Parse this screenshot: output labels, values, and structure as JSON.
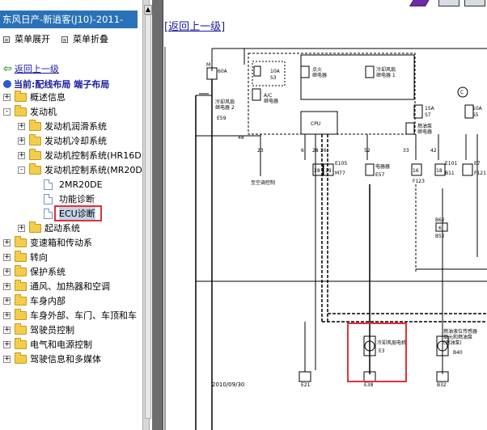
{
  "left_pane": {
    "title": "东风日产-新逍客(J10)-2011-",
    "menu": {
      "expand": "菜单展开",
      "collapse": "菜单折叠"
    },
    "back_link": "返回上一级",
    "current_prefix": "当前:",
    "current_path": "配线布局 端子布局",
    "tree": [
      {
        "label": "概述信息",
        "level": 0,
        "type": "folder",
        "expander": "+"
      },
      {
        "label": "发动机",
        "level": 0,
        "type": "folder",
        "expander": "-"
      },
      {
        "label": "发动机润滑系统",
        "level": 1,
        "type": "folder",
        "expander": "+"
      },
      {
        "label": "发动机冷却系统",
        "level": 1,
        "type": "folder",
        "expander": "+"
      },
      {
        "label": "发动机控制系统(HR16D",
        "level": 1,
        "type": "folder",
        "expander": "+"
      },
      {
        "label": "发动机控制系统(MR20D",
        "level": 1,
        "type": "folder",
        "expander": "-"
      },
      {
        "label": "2MR20DE",
        "level": 2,
        "type": "doc"
      },
      {
        "label": "功能诊断",
        "level": 2,
        "type": "doc"
      },
      {
        "label": "ECU诊断",
        "level": 2,
        "type": "doc",
        "selected": true
      },
      {
        "label": "起动系统",
        "level": 1,
        "type": "folder",
        "expander": "+"
      },
      {
        "label": "变速箱和传动系",
        "level": 0,
        "type": "folder",
        "expander": "+"
      },
      {
        "label": "转向",
        "level": 0,
        "type": "folder",
        "expander": "+"
      },
      {
        "label": "保护系统",
        "level": 0,
        "type": "folder",
        "expander": "+"
      },
      {
        "label": "通风、加热器和空调",
        "level": 0,
        "type": "folder",
        "expander": "+"
      },
      {
        "label": "车身内部",
        "level": 0,
        "type": "folder",
        "expander": "+"
      },
      {
        "label": "车身外部、车门、车顶和车",
        "level": 0,
        "type": "folder",
        "expander": "+"
      },
      {
        "label": "驾驶员控制",
        "level": 0,
        "type": "folder",
        "expander": "+"
      },
      {
        "label": "电气和电源控制",
        "level": 0,
        "type": "folder",
        "expander": "+"
      },
      {
        "label": "驾驶信息和多媒体",
        "level": 0,
        "type": "folder",
        "expander": "+"
      }
    ]
  },
  "right_pane": {
    "back_link": "[返回上一级]",
    "diagram": {
      "fuse_60a": "60A",
      "fuse_60a_id": "M",
      "fuse_10a_s3": "10A",
      "s3": "S3",
      "relay_ignition": "点火\n继电器",
      "relay_fan1": "冷却风扇\n继电器 1",
      "relay_fan2": "冷却风扇\n继电器 2",
      "relay_ac": "A/C\n继电器",
      "e59": "E59",
      "cpu": "CPU",
      "pin_48": "48",
      "pin_23": "23",
      "pin_6": "6",
      "pin_28a": "28",
      "pin_26": "26",
      "pin_52": "52",
      "pin_33": "33",
      "pin_42": "42",
      "pin_28b": "28",
      "pin_19": "19",
      "e105": "E105",
      "m77": "M77",
      "pin_1": "1",
      "e57": "E57",
      "e57_label": "电器器",
      "pin_16": "16",
      "f123": "F123",
      "pin_18": "18",
      "e101": "E101",
      "b11": "B11",
      "e7": "E7",
      "f121": "F121",
      "fuse_15a": "15A",
      "s7": "S7",
      "fuse_10a_s5": "10A",
      "s5": "S5",
      "fuel_relay": "燃油泵\n继电器",
      "c_circle": "C",
      "to_ac": "至空调控制",
      "b62": "B62",
      "pin_6b": "6",
      "b52": "B52",
      "fan_motor": "冷却风扇电机",
      "e3": "E3",
      "fuel_sender": "燃油液位传感器\n单元和燃油泵\n(燃油泵)",
      "b40": "B40",
      "e21": "E21",
      "e38": "E38",
      "b32": "B32",
      "date": "2010/09/30"
    },
    "highlight_color": "#e0303a"
  },
  "colors": {
    "title_bg": "#2a72b7",
    "link": "#1a1aa0",
    "selection": "#c4d3e6"
  }
}
